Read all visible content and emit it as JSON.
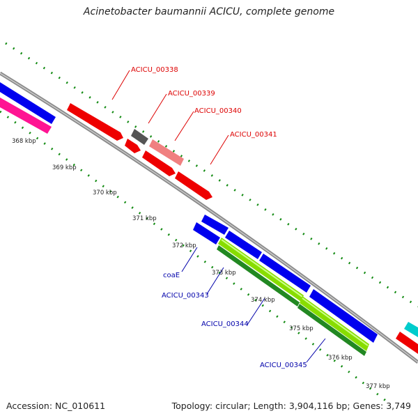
{
  "title": "Acinetobacter baumannii ACICU, complete genome",
  "footer": {
    "accession": "Accession: NC_010611",
    "topology": "Topology: circular; Length: 3,904,116 bp; Genes: 3,749"
  },
  "colors": {
    "backbone": "#8c8c8c",
    "tick_dots": "#118a11",
    "forward_label": "#dd0000",
    "reverse_label": "#0000aa"
  },
  "ticks": [
    "368 kbp",
    "369 kbp",
    "370 kbp",
    "371 kbp",
    "372 kbp",
    "373 kbp",
    "374 kbp",
    "375 kbp",
    "376 kbp",
    "377 kbp"
  ],
  "gene_labels": {
    "forward": [
      "ACICU_00338",
      "ACICU_00339",
      "ACICU_00340",
      "ACICU_00341"
    ],
    "reverse": [
      "coaE",
      "ACICU_00343",
      "ACICU_00344",
      "ACICU_00345"
    ]
  }
}
